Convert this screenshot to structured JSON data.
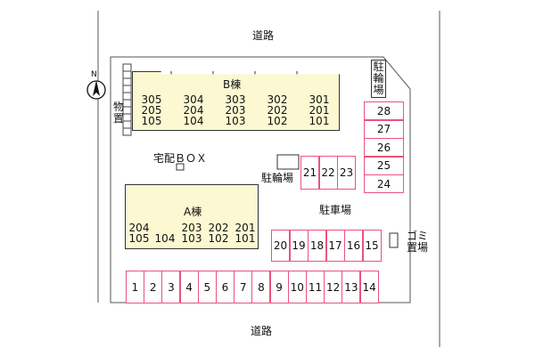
{
  "labels": {
    "road_top": "道路",
    "road_bottom": "道路",
    "storage": "物置",
    "bike_parking_right": "駐輪場",
    "bike_parking_center": "駐輪場",
    "delivery_box": "宅配ＢＯＸ",
    "building_b": "B棟",
    "building_a": "A棟",
    "parking_lot": "駐車場",
    "garbage": "ゴミ置場",
    "north": "N"
  },
  "building_b_units": [
    [
      "305",
      "205",
      "105"
    ],
    [
      "304",
      "204",
      "104"
    ],
    [
      "303",
      "203",
      "103"
    ],
    [
      "302",
      "202",
      "102"
    ],
    [
      "301",
      "201",
      "101"
    ]
  ],
  "building_a_units": [
    [
      "204",
      "105"
    ],
    [
      "104"
    ],
    [
      "203",
      "103"
    ],
    [
      "202",
      "102"
    ],
    [
      "201",
      "101"
    ]
  ],
  "parking": {
    "bottom_row": [
      "1",
      "2",
      "3",
      "4",
      "5",
      "6",
      "7",
      "8",
      "9",
      "10",
      "11",
      "12",
      "13",
      "14"
    ],
    "middle_row": [
      "20",
      "19",
      "18",
      "17",
      "16",
      "15"
    ],
    "small_row": [
      "21",
      "22",
      "23"
    ],
    "right_column": [
      "28",
      "27",
      "26",
      "25",
      "24"
    ]
  },
  "colors": {
    "building_fill": "#fbf8d2",
    "slot_border": "#e8547c",
    "outline": "#333333"
  }
}
